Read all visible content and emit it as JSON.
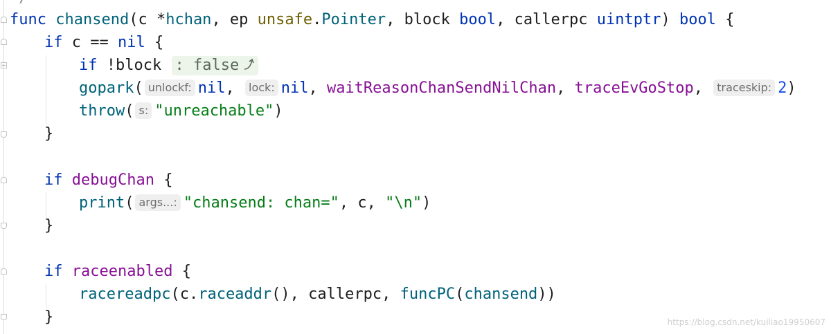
{
  "code": {
    "top_fragment": "*/",
    "l1": {
      "func": "func",
      "name": "chansend",
      "p1": "(c ",
      "star": "*",
      "hchan": "hchan",
      "p2": ", ep ",
      "pkg": "unsafe",
      "dot": ".",
      "pointer": "Pointer",
      "p3": ", block ",
      "bool1": "bool",
      "p4": ", callerpc ",
      "uintptr": "uintptr",
      "p5": ") ",
      "bool2": "bool",
      "p6": " {"
    },
    "l2": {
      "if": "if",
      "rest": " c == ",
      "nil": "nil",
      "end": " {"
    },
    "l3": {
      "if": "if",
      "rest": " !block",
      "flow": ": false"
    },
    "l4": {
      "fn": "gopark",
      "open": "(",
      "hint1": "unlockf:",
      "nil1": "nil",
      "comma1": ", ",
      "hint2": "lock:",
      "nil2": "nil",
      "comma2": ", ",
      "reason": "waitReasonChanSendNilChan",
      "comma3": ", ",
      "ev": "traceEvGoStop",
      "comma4": ", ",
      "hint3": "traceskip:",
      "num": "2",
      "close": ")"
    },
    "l5": {
      "fn": "throw",
      "open": "(",
      "hint": "s:",
      "str": "\"unreachable\"",
      "close": ")"
    },
    "l6": {
      "brace": "}"
    },
    "l8": {
      "if": "if",
      "var": "debugChan",
      "end": " {"
    },
    "l9": {
      "fn": "print",
      "open": "(",
      "hint": "args...:",
      "str1": "\"chansend: chan=\"",
      "mid": ", c, ",
      "str2": "\"\\n\"",
      "close": ")"
    },
    "l10": {
      "brace": "}"
    },
    "l12": {
      "if": "if",
      "var": "raceenabled",
      "end": " {"
    },
    "l13": {
      "fn": "racereadpc",
      "p1": "(c.",
      "fn2": "raceaddr",
      "p2": "(), callerpc, ",
      "fn3": "funcPC",
      "p3": "(",
      "fn4": "chansend",
      "p4": "))"
    },
    "l14": {
      "brace": "}"
    }
  },
  "watermark": "https://blog.csdn.net/kuiliao19950607"
}
